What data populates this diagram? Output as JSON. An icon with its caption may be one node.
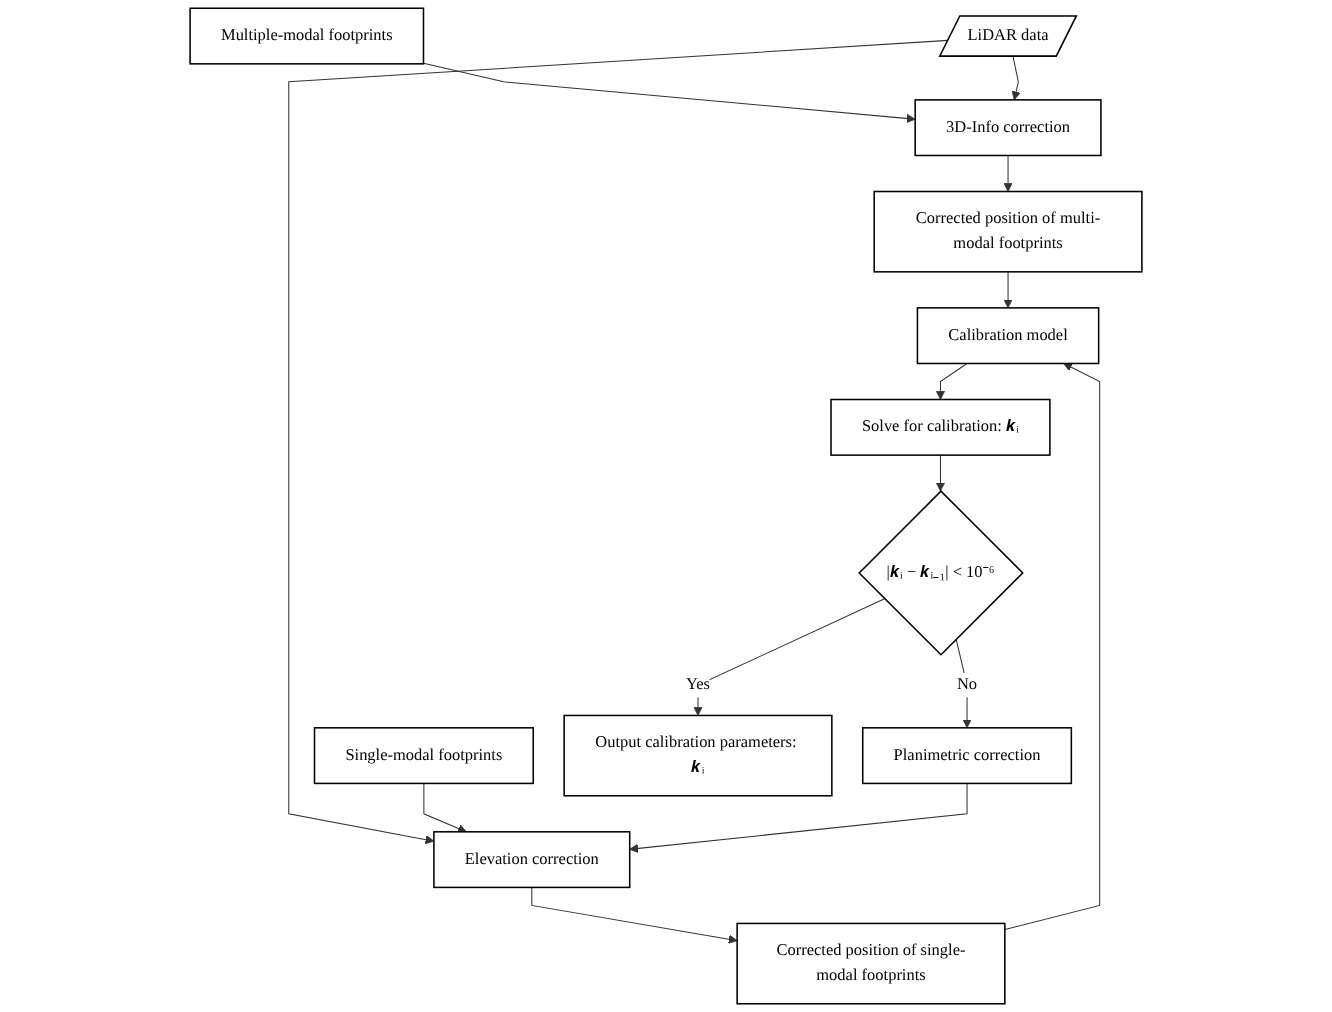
{
  "diagram": {
    "nodes": [
      {
        "text": [
          "Multiple-modal footprints"
        ]
      },
      {
        "text": [
          "LiDAR data"
        ]
      },
      {
        "text": [
          "Single-modal footprints"
        ]
      },
      {
        "text": [
          "3D-Info correction"
        ]
      },
      {
        "text": [
          "Elevation correction"
        ]
      },
      {
        "text": [
          "Planimetric correction"
        ]
      },
      {
        "text": [
          "Corrected position of multi-modal footprints"
        ]
      },
      {
        "text": [
          "Corrected position of single-modal footprints"
        ]
      },
      {
        "text": [
          "Calibration model"
        ]
      },
      {
        "text": [
          "Solve for calibration: 𝒌ᵢ"
        ]
      },
      {
        "text": [
          "|𝒌ᵢ − 𝒌ᵢ₋₁| < 10⁻⁶"
        ]
      },
      {
        "text": [
          "Output calibration parameters: 𝒌ᵢ"
        ]
      }
    ],
    "edges": [
      {
        "from": 0,
        "to": 3,
        "arrow": "to"
      },
      {
        "from": 1,
        "to": 3,
        "arrow": "to"
      },
      {
        "from": 1,
        "to": 4,
        "arrow": "to"
      },
      {
        "from": 2,
        "to": 4,
        "arrow": "to"
      },
      {
        "from": 5,
        "to": 4,
        "arrow": "to"
      },
      {
        "from": 3,
        "to": 6,
        "arrow": "to"
      },
      {
        "from": 4,
        "to": 7,
        "arrow": "to"
      },
      {
        "from": 6,
        "to": 8,
        "arrow": "to"
      },
      {
        "from": 7,
        "to": 8,
        "arrow": "to"
      },
      {
        "from": 8,
        "to": 9,
        "arrow": "to"
      },
      {
        "from": 9,
        "to": 10,
        "arrow": "to"
      },
      {
        "from": 10,
        "to": 11,
        "label": "Yes",
        "arrow": "to"
      },
      {
        "from": 10,
        "to": 5,
        "label": "No",
        "arrow": "to"
      }
    ]
  }
}
